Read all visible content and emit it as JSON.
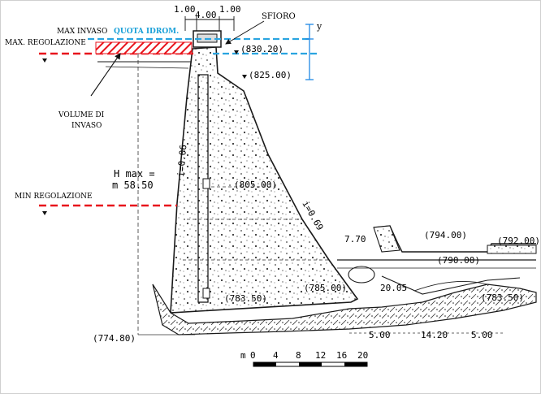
{
  "annotations": {
    "max_invaso": "MAX INVASO",
    "quota_idrom": "QUOTA IDROM.",
    "max_regolazione": "MAX. REGOLAZIONE",
    "min_regolazione": "MIN REGOLAZIONE",
    "sfioro": "SFIORO",
    "volume_di": "VOLUME DI",
    "invaso": "INVASO",
    "y_marker": "y"
  },
  "dimensions": {
    "crest_left": "1.00",
    "crest_mid": "4.00",
    "crest_right": "1.00",
    "slope_up": "i=0.06",
    "slope_down": "i=0.69",
    "hmax_label": "H max =",
    "hmax_value": "m  58.50",
    "basin_770": "7.70",
    "basin_2005": "20.05",
    "bottom_500_a": "5.00",
    "bottom_1420": "14.20",
    "bottom_500_b": "5.00"
  },
  "elevations": {
    "e830": "(830.20)",
    "e825": "(825.00)",
    "e805": "(805.00)",
    "e794": "(794.00)",
    "e792": "(792.00)",
    "e790": "(790.00)",
    "e785": "(785.00)",
    "e783a": "(783.50)",
    "e783b": "(783.50)",
    "e774": "(774.80)"
  },
  "scale_bar": {
    "unit": "m",
    "ticks": [
      "0",
      "4",
      "8",
      "12",
      "16",
      "20"
    ]
  },
  "colors": {
    "max_regolazione_line": "#e8141c",
    "min_regolazione_line": "#e8141c",
    "quota_idrom_line": "#2aa4e0",
    "quota_idrom_text": "#1aa0d8",
    "invaso_hatch": "#e8141c",
    "drawing_ink": "#1a1a1a",
    "label_ink": "#000000"
  }
}
